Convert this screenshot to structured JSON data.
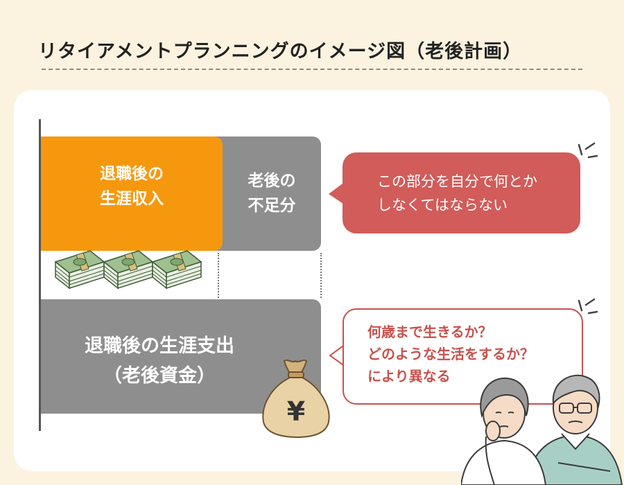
{
  "title": "リタイアメントプランニングのイメージ図（老後計画）",
  "boxes": {
    "income": {
      "line1": "退職後の",
      "line2": "生涯収入",
      "color": "#f6980e"
    },
    "shortfall": {
      "line1": "老後の",
      "line2": "不足分",
      "color": "#8e8e8e"
    },
    "expenses": {
      "line1": "退職後の生涯支出",
      "line2": "（老後資金）",
      "color": "#8e8e8e"
    }
  },
  "bubbles": {
    "top": {
      "line1": "この部分を自分で何とか",
      "line2": "しなくてはならない",
      "color": "#d15c5a"
    },
    "bottom": {
      "line1": "何歳まで生きるか？",
      "line2": "どのような生活をするか？",
      "line3": "により異なる",
      "color": "#c9504b"
    }
  },
  "icons": {
    "money_bag_symbol": "¥",
    "cash": "cash-stack-icon",
    "bag": "money-bag-icon",
    "couple": "elderly-couple-illustration"
  },
  "colors": {
    "background": "#fbf3df",
    "panel": "#ffffff",
    "accent_orange": "#f6980e",
    "accent_red": "#d15c5a",
    "gray": "#8e8e8e"
  }
}
